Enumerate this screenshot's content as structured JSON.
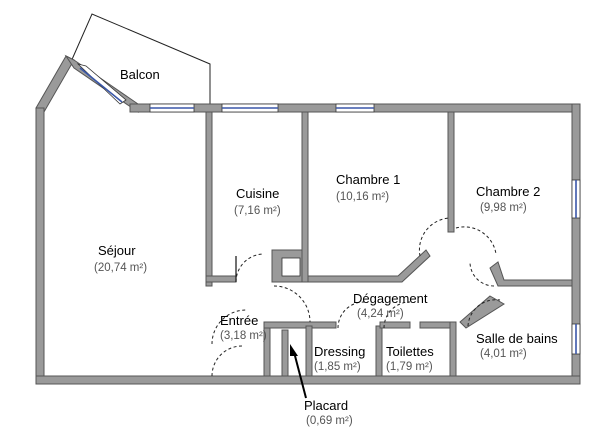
{
  "rooms": {
    "balcon": {
      "name": "Balcon"
    },
    "cuisine": {
      "name": "Cuisine",
      "area": "(7,16 m²)"
    },
    "chambre1": {
      "name": "Chambre 1",
      "area": "(10,16 m²)"
    },
    "chambre2": {
      "name": "Chambre 2",
      "area": "(9,98 m²)"
    },
    "sejour": {
      "name": "Séjour",
      "area": "(20,74 m²)"
    },
    "entree": {
      "name": "Entrée",
      "area": "(3,18 m²)"
    },
    "degagement": {
      "name": "Dégagement",
      "area": "(4,24 m²)"
    },
    "salle_bains": {
      "name": "Salle de bains",
      "area": "(4,01 m²)"
    },
    "dressing": {
      "name": "Dressing",
      "area": "(1,85 m²)"
    },
    "toilettes": {
      "name": "Toilettes",
      "area": "(1,79 m²)"
    },
    "placard": {
      "name": "Placard",
      "area": "(0,69 m²)"
    }
  },
  "colors": {
    "wall": "#9a9a9a",
    "window": "#3a57a8"
  }
}
